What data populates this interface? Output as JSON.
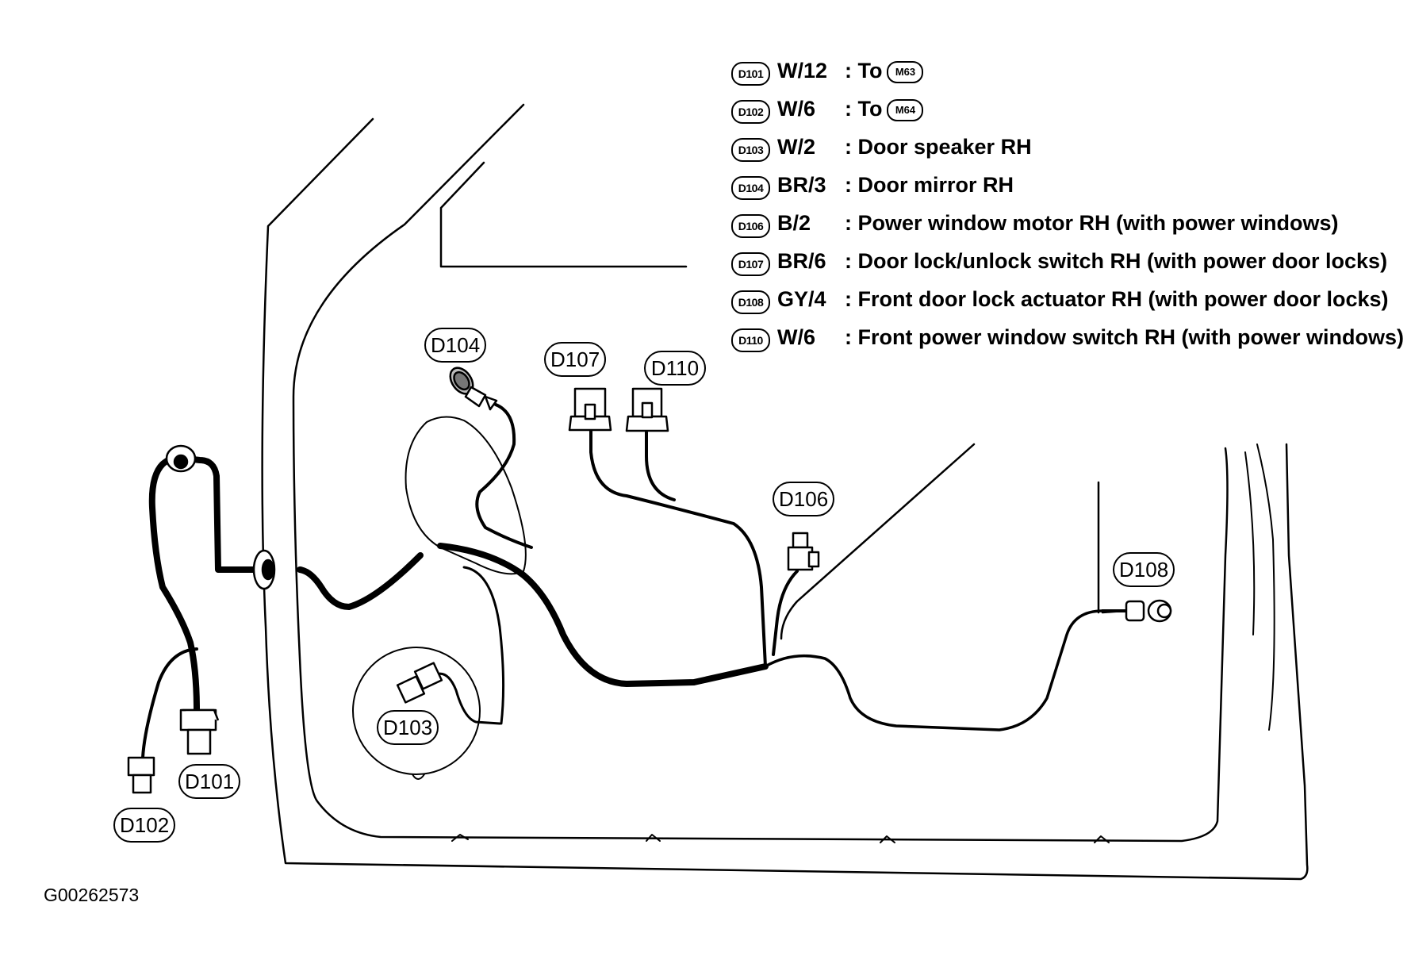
{
  "legend": [
    {
      "code": "D101",
      "wire": "W/12",
      "desc": ": To",
      "ref": "M63"
    },
    {
      "code": "D102",
      "wire": "W/6",
      "desc": ": To",
      "ref": "M64"
    },
    {
      "code": "D103",
      "wire": "W/2",
      "desc": ": Door speaker RH"
    },
    {
      "code": "D104",
      "wire": "BR/3",
      "desc": ": Door mirror RH"
    },
    {
      "code": "D106",
      "wire": "B/2",
      "desc": ": Power window motor RH (with power windows)"
    },
    {
      "code": "D107",
      "wire": "BR/6",
      "desc": ": Door lock/unlock switch RH (with power door locks)"
    },
    {
      "code": "D108",
      "wire": "GY/4",
      "desc": ": Front door lock actuator RH (with power door locks)"
    },
    {
      "code": "D110",
      "wire": "W/6",
      "desc": ": Front power window switch RH (with power windows)"
    }
  ],
  "callouts": {
    "d104": "D104",
    "d107": "D107",
    "d110": "D110",
    "d106": "D106",
    "d108": "D108",
    "d103": "D103",
    "d101": "D101",
    "d102": "D102"
  },
  "figure_id": "G00262573"
}
